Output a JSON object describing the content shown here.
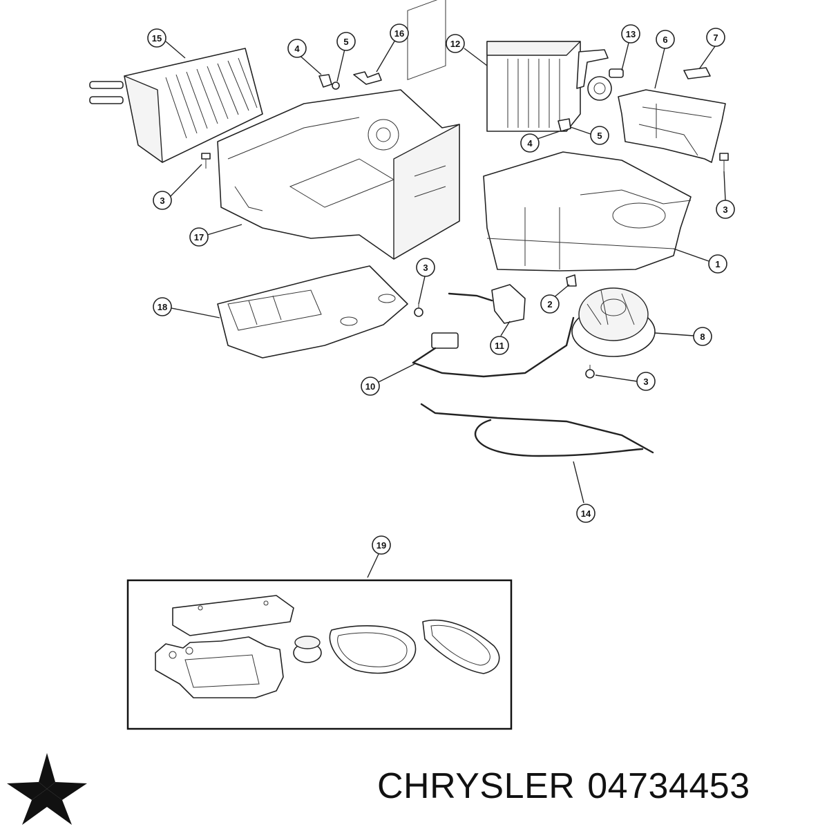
{
  "callouts": {
    "c1": "1",
    "c2": "2",
    "c3a": "3",
    "c3b": "3",
    "c3c": "3",
    "c3d": "3",
    "c4a": "4",
    "c4b": "4",
    "c5a": "5",
    "c5b": "5",
    "c6": "6",
    "c7": "7",
    "c8": "8",
    "c10": "10",
    "c11": "11",
    "c12": "12",
    "c13": "13",
    "c14": "14",
    "c15": "15",
    "c16": "16",
    "c17": "17",
    "c18": "18",
    "c19": "19"
  },
  "caption": {
    "brand": "CHRYSLER",
    "part_number": "04734453"
  },
  "logo": {
    "icon": "pentastar-icon",
    "color": "#111111"
  }
}
